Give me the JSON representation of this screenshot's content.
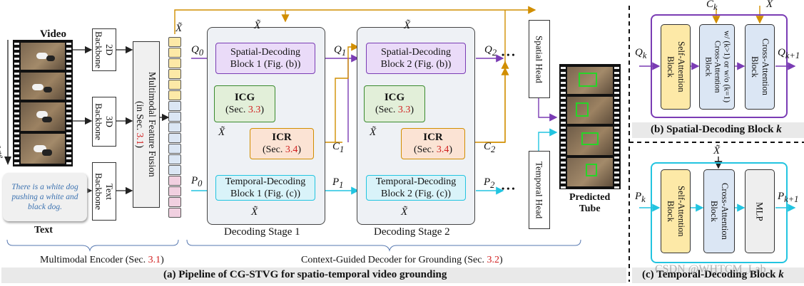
{
  "colors": {
    "orange": "#d18e00",
    "purple": "#7a3cb4",
    "green": "#3a8a2e",
    "cyan": "#22c4e0",
    "spatial_fill": "#eadbf8",
    "icg_fill": "#e2efd9",
    "icr_fill": "#fbe3d4",
    "temporal_fill": "#d9f3f9",
    "self_attn_fill": "#fde9a7",
    "cross_attn_fill": "#dbe6f4",
    "stage_fill": "#eef1f5"
  },
  "encoder": {
    "video_label": "Video",
    "time_label": "Time",
    "text_label": "Text",
    "query_text": "There is a white dog pushing a white and black dog.",
    "backbone_2d": "2D\nBackbone",
    "backbone_3d": "3D\nBackbone",
    "backbone_text": "Text\nBackbone",
    "fusion_main": "Multimodal Feature Fusion",
    "fusion_ref_pre": "(in Sec. ",
    "fusion_ref_num": "3.1",
    "fusion_ref_post": ")",
    "x_symbol": "X̃",
    "section_pre": "Multimodal Encoder (Sec. ",
    "section_num": "3.1",
    "section_post": ")"
  },
  "decoder": {
    "q0": "Q",
    "q0_sub": "0",
    "p0": "P",
    "p0_sub": "0",
    "stage1": {
      "label": "Decoding Stage 1",
      "spatial": "Spatial-Decoding\nBlock 1 (Fig. (b))",
      "temporal": "Temporal-Decoding\nBlock 1 (Fig. (c))",
      "icg": "ICG",
      "icr": "ICR",
      "sec_pre": "(Sec. ",
      "icg_num": "3.3",
      "icr_num": "3.4",
      "sec_post": ")",
      "q_out": "Q",
      "q_out_sub": "1",
      "c_out": "C",
      "c_out_sub": "1",
      "p_out": "P",
      "p_out_sub": "1"
    },
    "stage2": {
      "label": "Decoding Stage 2",
      "spatial": "Spatial-Decoding\nBlock 2 (Fig. (b))",
      "temporal": "Temporal-Decoding\nBlock 2 (Fig. (c))",
      "icg": "ICG",
      "icr": "ICR",
      "sec_pre": "(Sec. ",
      "icg_num": "3.3",
      "icr_num": "3.4",
      "sec_post": ")",
      "q_out": "Q",
      "q_out_sub": "2",
      "c_out": "C",
      "c_out_sub": "2",
      "p_out": "P",
      "p_out_sub": "2"
    },
    "ellipsis": "• • •",
    "spatial_head": "Spatial Head",
    "temporal_head": "Temporal Head",
    "predicted": "Predicted\nTube",
    "section_pre": "Context-Guided Decoder for Grounding (Sec. ",
    "section_num": "3.2",
    "section_post": ")"
  },
  "caption_a": "(a) Pipeline of CG-STVG for spatio-temporal video grounding",
  "panel_b": {
    "c_k": "C",
    "c_k_sub": "k",
    "x_symbol": "X̃",
    "q_in": "Q",
    "q_in_sub": "k",
    "q_out": "Q",
    "q_out_sub": "k+1",
    "self_attn": "Self-Attention\nBlock",
    "cross_mid": "w/ (k>1) or w/o (k=1)\nCross-Attention\nBlock",
    "cross_right": "Cross-Attention\nBlock",
    "caption_pre": "(b) Spatial-Decoding Block ",
    "caption_k": "k"
  },
  "panel_c": {
    "x_symbol": "X̃",
    "p_in": "P",
    "p_in_sub": "k",
    "p_out": "P",
    "p_out_sub": "k+1",
    "self_attn": "Self-Attention\nBlock",
    "cross_attn": "Cross-Attention\nBlock",
    "mlp": "MLP",
    "caption_pre": "(c) Temporal-Decoding Block ",
    "caption_k": "k"
  },
  "watermark": "CSDN @WHTCM_Lab"
}
